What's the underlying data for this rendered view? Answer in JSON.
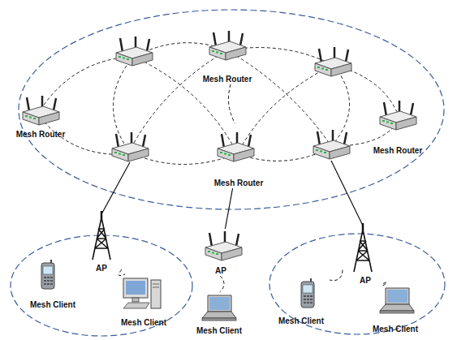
{
  "diagram": {
    "nodes": [
      {
        "text": [
          "Mesh Router"
        ]
      },
      {
        "text": [
          "Mesh Router"
        ]
      },
      {
        "text": [
          "Mesh Router"
        ]
      },
      {
        "text": [
          "Mesh Router"
        ]
      },
      {
        "text": [
          "AP"
        ]
      },
      {
        "text": [
          "AP"
        ]
      },
      {
        "text": [
          "AP"
        ]
      },
      {
        "text": [
          "Mesh Client"
        ]
      },
      {
        "text": [
          "Mesh Client"
        ]
      },
      {
        "text": [
          "Mesh Client"
        ]
      },
      {
        "text": [
          "Mesh Client"
        ]
      },
      {
        "text": [
          "Mesh Client"
        ]
      }
    ],
    "edges": [
      {
        "from": 0,
        "to": 3,
        "arrow": "none"
      },
      {
        "from": 3,
        "to": 5,
        "arrow": "none"
      },
      {
        "from": 4,
        "to": 7,
        "arrow": "none"
      },
      {
        "from": 4,
        "to": 8,
        "arrow": "none"
      },
      {
        "from": 5,
        "to": 9,
        "arrow": "none"
      },
      {
        "from": 6,
        "to": 10,
        "arrow": "none"
      },
      {
        "from": 6,
        "to": 11,
        "arrow": "none"
      }
    ]
  }
}
